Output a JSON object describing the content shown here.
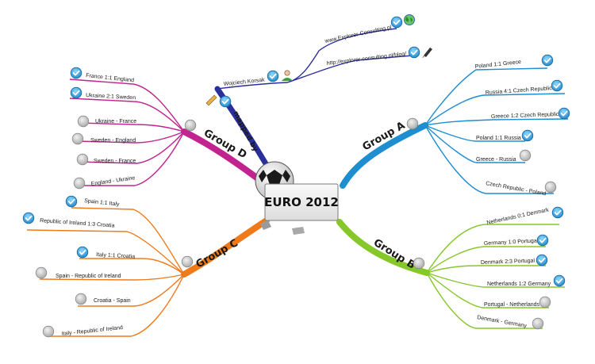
{
  "central": {
    "title": "EURO 2012"
  },
  "mapped_by": {
    "label": "mapped by",
    "author": "Wojciech Korsak",
    "links": [
      "www.Explorer-Consulting.pl",
      "http://explorer-consulting.pl/blog/"
    ]
  },
  "colors": {
    "groupA": "#1e8ed0",
    "groupB": "#86c82a",
    "groupC": "#f07a1a",
    "groupD": "#c2248f",
    "mapped": "#2b2f9c"
  },
  "groups": {
    "A": {
      "name": "Group A",
      "matches": [
        {
          "text": "Poland 1:1 Greece",
          "done": true
        },
        {
          "text": "Russia 4:1 Czech Republic",
          "done": true
        },
        {
          "text": "Greece 1:2 Czech Republic",
          "done": true
        },
        {
          "text": "Poland 1:1 Russia",
          "done": true
        },
        {
          "text": "Greece - Russia",
          "done": false
        },
        {
          "text": "Czech Republic - Poland",
          "done": false
        }
      ]
    },
    "B": {
      "name": "Group B",
      "matches": [
        {
          "text": "Netherlands 0:1 Denmark",
          "done": true
        },
        {
          "text": "Germany 1:0 Portugal",
          "done": true
        },
        {
          "text": "Denmark 2:3 Portugal",
          "done": true
        },
        {
          "text": "Netherlands 1:2 Germany",
          "done": true
        },
        {
          "text": "Portugal - Netherlands",
          "done": false
        },
        {
          "text": "Denmark - Germany",
          "done": false
        }
      ]
    },
    "C": {
      "name": "Group C",
      "matches": [
        {
          "text": "Spain 1:1 Italy",
          "done": true
        },
        {
          "text": "Republic of Ireland 1:3 Croatia",
          "done": true
        },
        {
          "text": "Italy 1:1 Croatia",
          "done": true
        },
        {
          "text": "Spain - Republic of Ireland",
          "done": false
        },
        {
          "text": "Croatia - Spain",
          "done": false
        },
        {
          "text": "Italy - Republic of Ireland",
          "done": false
        }
      ]
    },
    "D": {
      "name": "Group D",
      "matches": [
        {
          "text": "France 1:1 England",
          "done": true
        },
        {
          "text": "Ukraine 2:1 Sweden",
          "done": true
        },
        {
          "text": "Ukraine - France",
          "done": false
        },
        {
          "text": "Sweden - England",
          "done": false
        },
        {
          "text": "Sweden - France",
          "done": false
        },
        {
          "text": "England - Ukraine",
          "done": false
        }
      ]
    }
  }
}
